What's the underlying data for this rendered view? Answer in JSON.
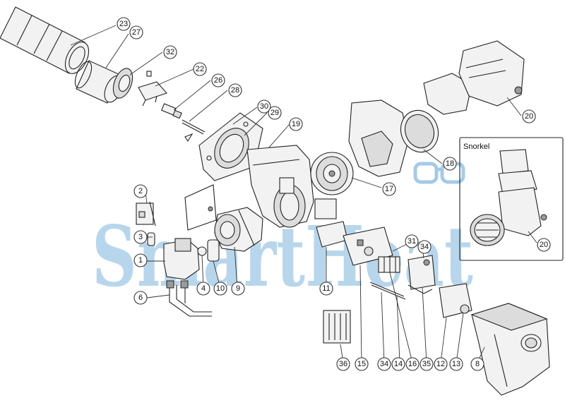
{
  "watermark": {
    "text": "SmartHeat",
    "color": "#7fb5dc"
  },
  "inset": {
    "title": "Snorkel"
  },
  "callouts": {
    "c23": "23",
    "c27": "27",
    "c32": "32",
    "c22": "22",
    "c26": "26",
    "c28": "28",
    "c30": "30",
    "c29": "29",
    "c19": "19",
    "c17": "17",
    "c18": "18",
    "c20a": "20",
    "c20b": "20",
    "c2": "2",
    "c3": "3",
    "c1": "1",
    "c6": "6",
    "c4": "4",
    "c10": "10",
    "c9": "9",
    "c11": "11",
    "c31": "31",
    "c34a": "34",
    "c36": "36",
    "c15": "15",
    "c34b": "34",
    "c14": "14",
    "c16": "16",
    "c35": "35",
    "c12": "12",
    "c13": "13",
    "c8": "8"
  }
}
